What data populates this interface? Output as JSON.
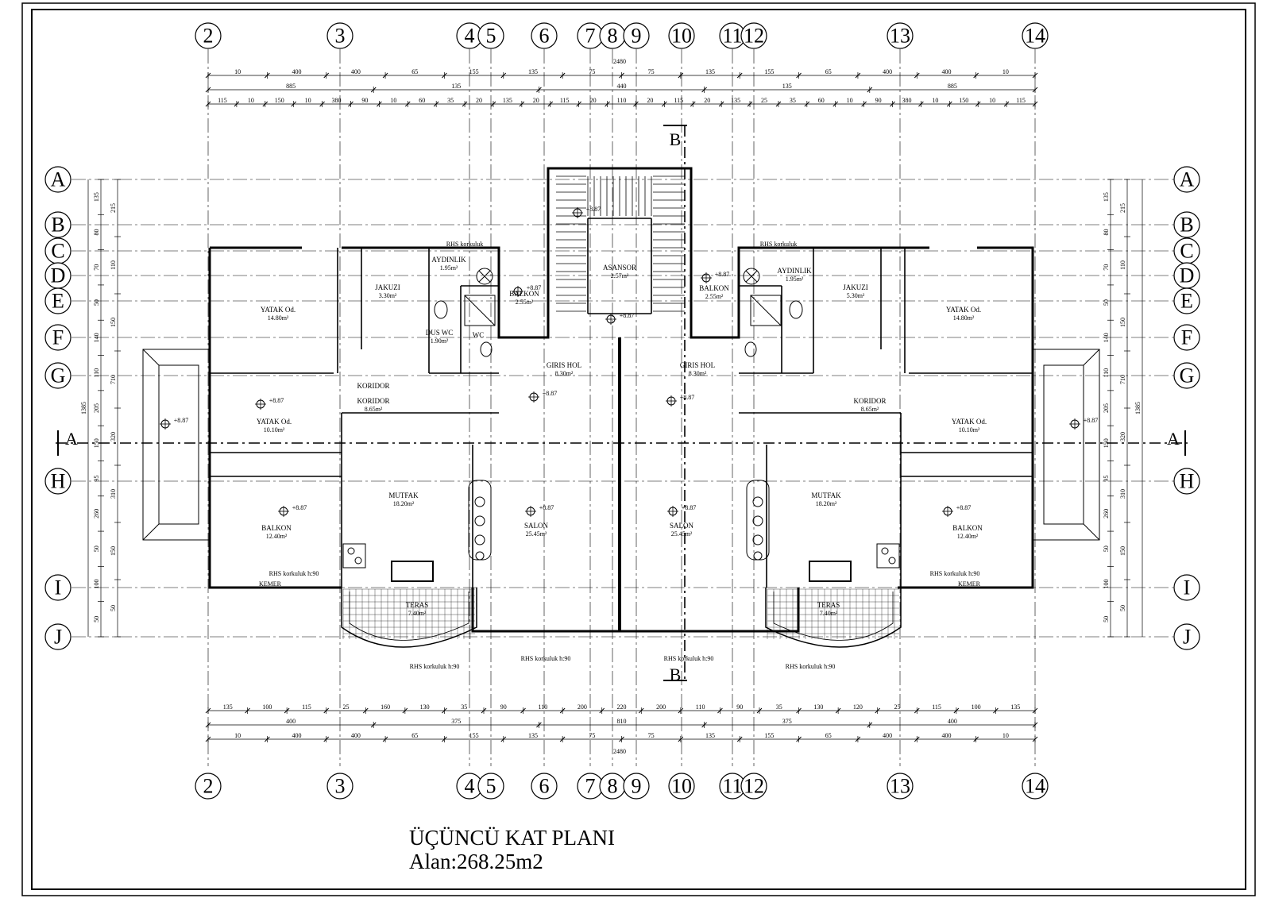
{
  "grid": {
    "columns": [
      "2",
      "3",
      "4",
      "5",
      "6",
      "7",
      "8",
      "9",
      "10",
      "11",
      "12",
      "13",
      "14"
    ],
    "rows": [
      "A",
      "B",
      "C",
      "D",
      "E",
      "F",
      "G",
      "H",
      "I",
      "J"
    ]
  },
  "sections": {
    "a": "A",
    "b": "B"
  },
  "dimensions": {
    "top_row1": [
      "10",
      "400",
      "400",
      "65",
      "155",
      "135",
      "75",
      "75",
      "135",
      "155",
      "65",
      "400",
      "400",
      "10"
    ],
    "top_row2": [
      "885",
      "135",
      "440",
      "135",
      "885"
    ],
    "top_row3": [
      "115",
      "10",
      "150",
      "10",
      "380",
      "90",
      "10",
      "60",
      "35",
      "20",
      "135",
      "20",
      "115",
      "20",
      "110",
      "20",
      "115",
      "20",
      "135",
      "25",
      "35",
      "60",
      "10",
      "90",
      "380",
      "10",
      "150",
      "10",
      "115"
    ],
    "total": "2480",
    "bottom_row1": [
      "135",
      "100",
      "115",
      "25",
      "160",
      "130",
      "35",
      "90",
      "110",
      "200",
      "220",
      "200",
      "110",
      "90",
      "35",
      "130",
      "120",
      "25",
      "115",
      "100",
      "135"
    ],
    "bottom_row2": [
      "400",
      "375",
      "810",
      "375",
      "400"
    ],
    "bottom_row3": [
      "10",
      "400",
      "400",
      "65",
      "155",
      "135",
      "75",
      "75",
      "135",
      "155",
      "65",
      "400",
      "400",
      "10"
    ],
    "side_left_outer": "1385",
    "side_rows_outer": [
      "215",
      "110",
      "150",
      "710",
      "320",
      "310",
      "150",
      "50"
    ],
    "side_rows_inner": [
      "135",
      "80",
      "70",
      "50",
      "140",
      "110",
      "205",
      "150",
      "95",
      "260",
      "50",
      "100",
      "50"
    ]
  },
  "rooms": {
    "yatak_big": "YATAK Od.",
    "yatak_big_area": "14.80m²",
    "yatak_small": "YATAK Od.",
    "yatak_small_area": "10.10m²",
    "jakuzi": "JAKUZI",
    "jakuzi_area_l": "3.30m²",
    "jakuzi_area_r": "5.30m²",
    "aydinlik": "AYDINLIK",
    "aydinlik_area": "1.95m²",
    "dus_wc": "DUS WC",
    "dus_wc_area": "1.90m²",
    "wc": "WC",
    "balkon": "BALKON",
    "balkon_small_area": "2.55m²",
    "balkon_big_area": "12.40m²",
    "asansor": "ASANSOR",
    "asansor_area": "2.57m²",
    "giris_hol": "GIRIS HOL",
    "giris_hol_area": "8.30m²",
    "koridor": "KORIDOR",
    "koridor_area": "8.65m²",
    "mutfak": "MUTFAK",
    "mutfak_area": "18.20m²",
    "salon": "SALON",
    "salon_area": "25.45m²",
    "teras": "TERAS",
    "teras_area": "7.40m²"
  },
  "notes": {
    "rhs_korkuluk": "RHS korkuluk",
    "rhs_korkuluk_h90": "RHS korkuluk h:90",
    "level": "+8.87",
    "kemer": "KEMER"
  },
  "caption": {
    "title": "ÜÇÜNCÜ KAT PLANI",
    "area": "Alan:268.25m2"
  },
  "colors": {
    "line": "#000000",
    "background": "#ffffff"
  }
}
